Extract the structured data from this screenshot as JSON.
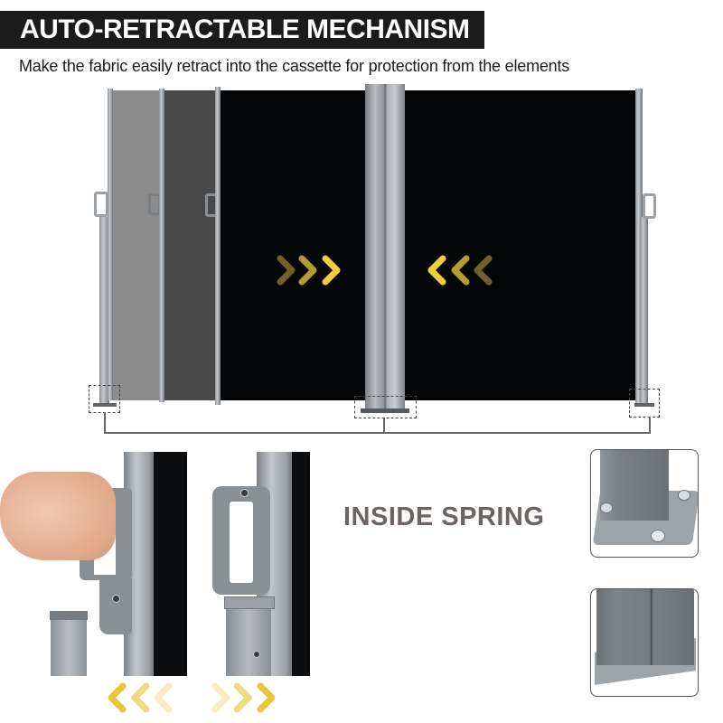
{
  "header": {
    "title": "AUTO-RETRACTABLE MECHANISM",
    "subtitle": "Make the fabric easily retract into the cassette for protection from the elements"
  },
  "main_illustration": {
    "description": "Double-sided retractable side awning screen with center post",
    "fabric_color": "#050608",
    "retract_ghost_colors": [
      "#8c8c8c",
      "#4a4a4a"
    ],
    "frame_color": "#9ea3a8",
    "arrow_colors": [
      "#6e6227",
      "#b39d30",
      "#f0cf3a"
    ],
    "arrows_left": "chevrons-pointing-right",
    "arrows_right": "chevrons-pointing-left"
  },
  "detail_section": {
    "label": "INSIDE SPRING",
    "label_color": "#6b6461",
    "handle_photos": [
      "hand-pulling-handle",
      "handle-locked-on-post"
    ],
    "bottom_arrows_left": "chevrons-pointing-left",
    "bottom_arrows_right": "chevrons-pointing-right",
    "bottom_arrow_colors": [
      "#e8c53a",
      "#f0d980",
      "#f8ecc4"
    ]
  },
  "insets": [
    {
      "name": "end-post-base-plate",
      "description": "Bolted square base plate of end post"
    },
    {
      "name": "center-post-base-plate",
      "description": "Center cassette post base plate"
    }
  ]
}
